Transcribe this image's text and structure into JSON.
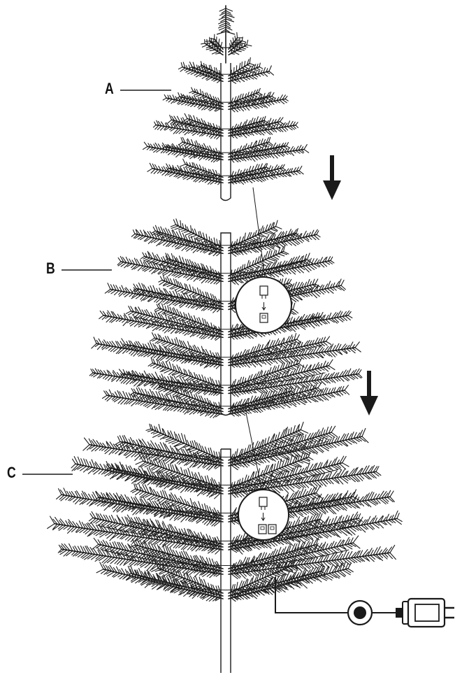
{
  "sections": [
    {
      "label": "A"
    },
    {
      "label": "B"
    },
    {
      "label": "C"
    }
  ],
  "colors": {
    "ink": "#1a1a1a",
    "background": "#ffffff"
  },
  "icons": [
    "down-arrow-icon",
    "down-arrow-icon",
    "plug-icon",
    "connector-detail-icon",
    "power-adapter-icon",
    "inline-switch-icon"
  ]
}
